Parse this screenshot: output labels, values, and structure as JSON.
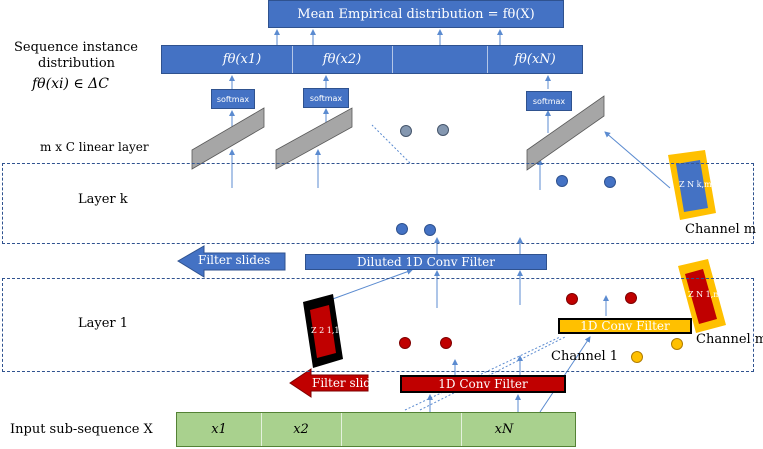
{
  "top_box": {
    "label": "Mean Empirical distribution = fθ(X)"
  },
  "seq_label": {
    "line1": "Sequence instance",
    "line2": "distribution",
    "formula": "fθ(xi) ∈ ΔC"
  },
  "dist_row": {
    "cells": [
      "fθ(x1)",
      "fθ(x2)",
      "fθ(xN)"
    ]
  },
  "softmax": {
    "label": "softmax"
  },
  "linear_label": "m x   C  linear layer",
  "layer_k": {
    "label": "Layer k",
    "channel": "Channel m",
    "z_label": "Z N k,m"
  },
  "filter_slides": "Filter slides",
  "diluted_filter": "Diluted 1D Conv Filter",
  "layer_1": {
    "label": "Layer 1",
    "channel_m": "Channel m",
    "channel_1": "Channel 1",
    "z_left": "Z 2 1,1",
    "z_right": "Z N 1,m"
  },
  "conv_filter_yellow": "1D Conv Filter",
  "filter_slides_red": "Filter slides",
  "conv_filter_red": "1D Conv Filter",
  "input": {
    "label": "Input sub-sequence  X",
    "cells": [
      "x1",
      "x2",
      "xN"
    ]
  },
  "colors": {
    "blue": "#4472c4",
    "green": "#a9d18e",
    "red": "#c00000",
    "yellow": "#ffc000",
    "gray": "#a6a6a6"
  }
}
